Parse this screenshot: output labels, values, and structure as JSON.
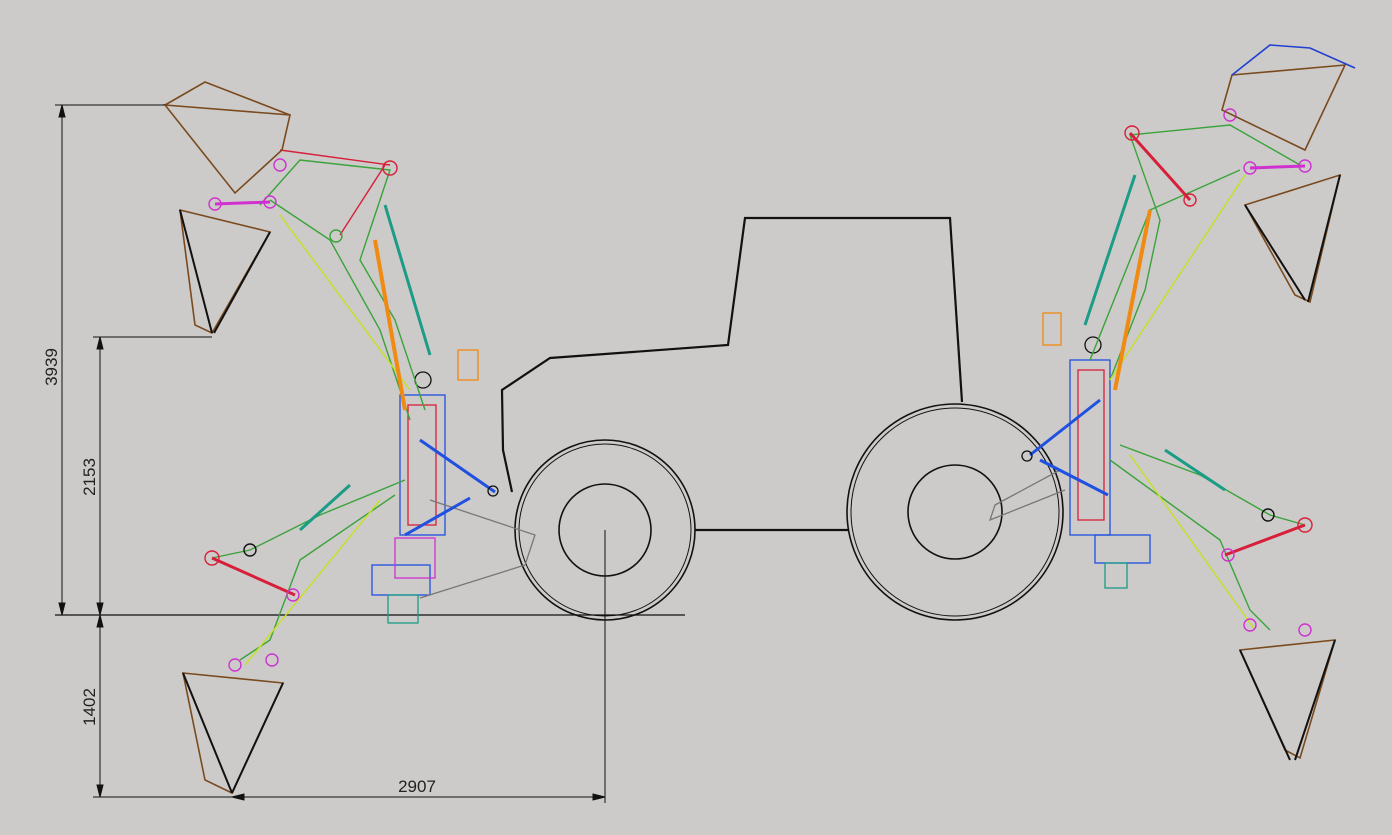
{
  "drawing": {
    "dimensions": {
      "total_height": "3939",
      "dump_height": "2153",
      "dig_depth": "1402",
      "reach": "2907"
    },
    "colors": {
      "background": "#cccbc9",
      "outline": "#111111",
      "bucket": "#7a4a1e",
      "boom_green": "#3aa33a",
      "cylinder_teal": "#1a9c86",
      "link_red": "#d81f3a",
      "pin_magenta": "#d030d0",
      "cylinder_orange": "#f08a10",
      "frame_blue": "#2050e0",
      "guide_yellow": "#c8e020"
    }
  }
}
